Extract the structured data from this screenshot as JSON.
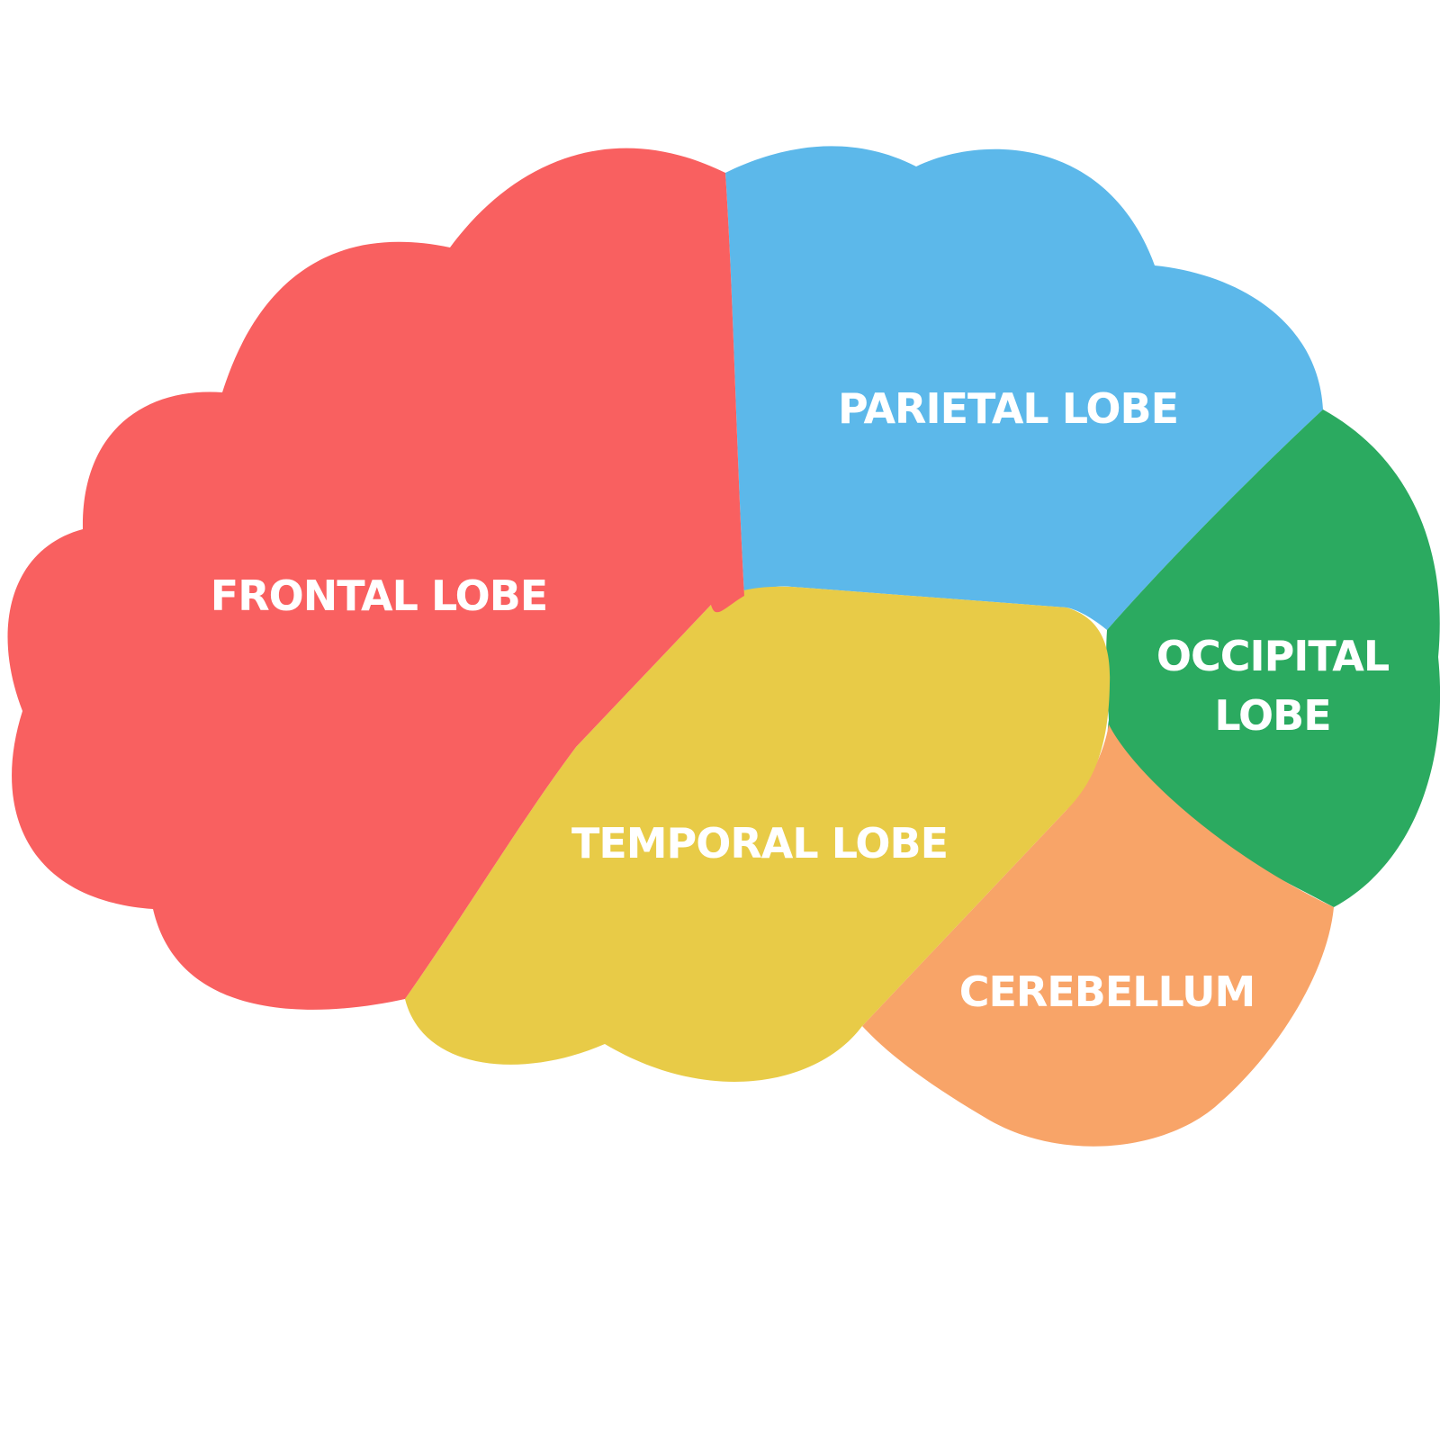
{
  "diagram": {
    "regions": [
      {
        "id": "frontal",
        "label_lines": [
          "FRONTAL LOBE"
        ],
        "color": "#F96060"
      },
      {
        "id": "parietal",
        "label_lines": [
          "PARIETAL LOBE"
        ],
        "color": "#5CB8EA"
      },
      {
        "id": "occipital",
        "label_lines": [
          "OCCIPITAL",
          "LOBE"
        ],
        "color": "#2BAA60"
      },
      {
        "id": "temporal",
        "label_lines": [
          "TEMPORAL LOBE"
        ],
        "color": "#E8CB47"
      },
      {
        "id": "cerebellum",
        "label_lines": [
          "CEREBELLUM"
        ],
        "color": "#F8A468"
      }
    ]
  }
}
